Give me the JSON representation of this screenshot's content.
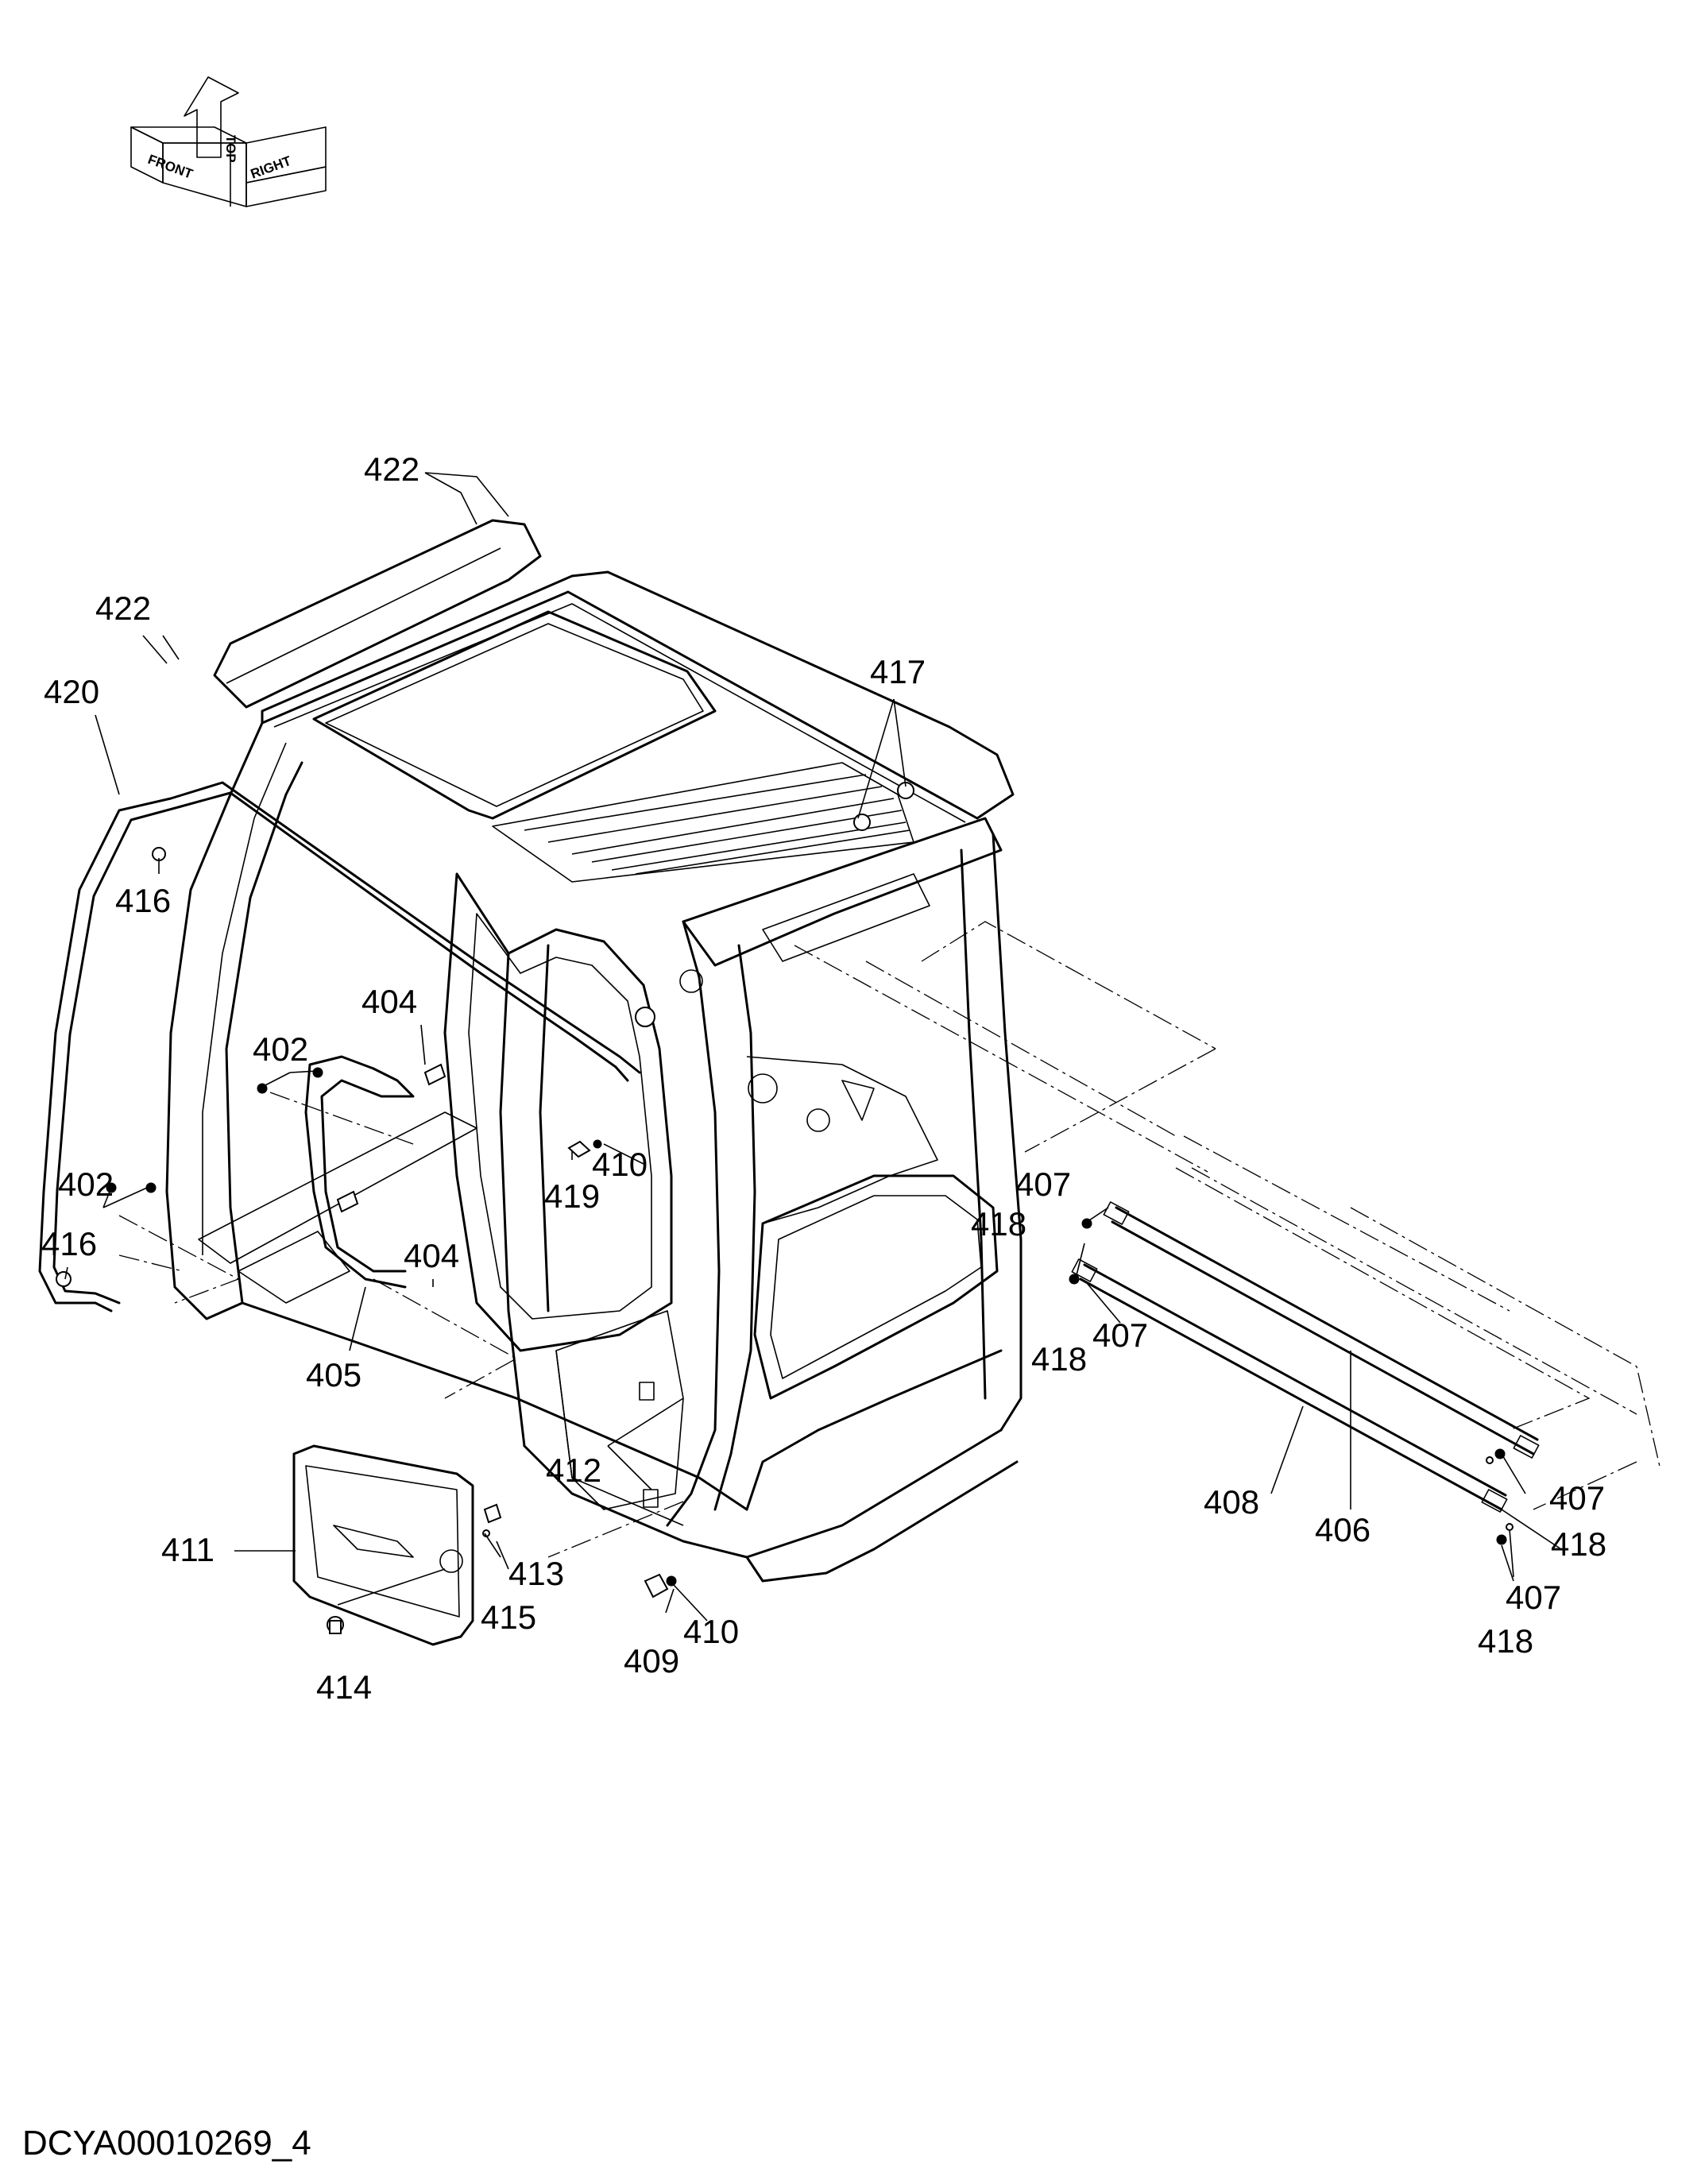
{
  "diagram": {
    "orientation": {
      "front_label": "FRONT",
      "top_label": "TOP",
      "right_label": "RIGHT"
    },
    "document_id": "DCYA00010269_4",
    "callouts": [
      {
        "id": "c422a",
        "label": "422"
      },
      {
        "id": "c422b",
        "label": "422"
      },
      {
        "id": "c420",
        "label": "420"
      },
      {
        "id": "c417",
        "label": "417"
      },
      {
        "id": "c416a",
        "label": "416"
      },
      {
        "id": "c404a",
        "label": "404"
      },
      {
        "id": "c402a",
        "label": "402"
      },
      {
        "id": "c402b",
        "label": "402"
      },
      {
        "id": "c410a",
        "label": "410"
      },
      {
        "id": "c419",
        "label": "419"
      },
      {
        "id": "c416b",
        "label": "416"
      },
      {
        "id": "c404b",
        "label": "404"
      },
      {
        "id": "c405",
        "label": "405"
      },
      {
        "id": "c407a",
        "label": "407"
      },
      {
        "id": "c418a",
        "label": "418"
      },
      {
        "id": "c407b",
        "label": "407"
      },
      {
        "id": "c418b",
        "label": "418"
      },
      {
        "id": "c412",
        "label": "412"
      },
      {
        "id": "c411",
        "label": "411"
      },
      {
        "id": "c413",
        "label": "413"
      },
      {
        "id": "c415",
        "label": "415"
      },
      {
        "id": "c414",
        "label": "414"
      },
      {
        "id": "c409",
        "label": "409"
      },
      {
        "id": "c410b",
        "label": "410"
      },
      {
        "id": "c408",
        "label": "408"
      },
      {
        "id": "c406",
        "label": "406"
      },
      {
        "id": "c407c",
        "label": "407"
      },
      {
        "id": "c418c",
        "label": "418"
      },
      {
        "id": "c407d",
        "label": "407"
      },
      {
        "id": "c418d",
        "label": "418"
      }
    ]
  }
}
